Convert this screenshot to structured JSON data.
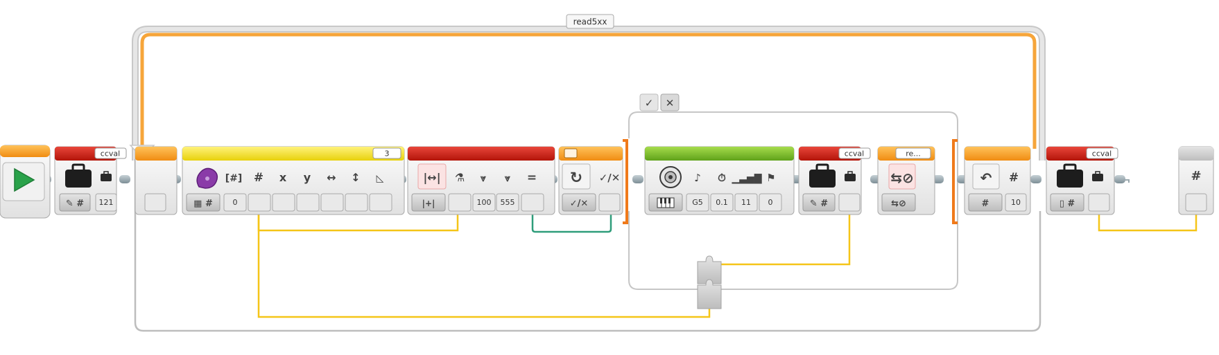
{
  "loop": {
    "name": "read5xx",
    "count": "10"
  },
  "blocks": {
    "start": {
      "icon": "play-icon"
    },
    "var1": {
      "name": "ccval",
      "value": "121",
      "mode_icon": "write-numeric-icon"
    },
    "math": {
      "value": "3",
      "input": "0",
      "mode_icon": "keypad-numeric-icon"
    },
    "range": {
      "low": "100",
      "high": "555",
      "mode_icon": "inside-range-icon"
    },
    "switch_true_label": "✓",
    "switch_false_label": "✕",
    "sound": {
      "note": "G5",
      "duration": "0.1",
      "volume": "11",
      "play_type": "0"
    },
    "var2": {
      "name": "ccval",
      "mode_icon": "write-numeric-icon"
    },
    "loop_interrupt": {
      "name": "re..."
    },
    "loop_index": {
      "count": "10"
    },
    "var3": {
      "name": "ccval",
      "mode_icon": "read-numeric-icon"
    },
    "display": {
      "symbol": "#"
    }
  },
  "colors": {
    "start_header": "#F7A31C",
    "data_header": "#C8190F",
    "math_header": "#F2E11D",
    "flow_header": "#F7A31C",
    "sound_header": "#7DBE29",
    "number_wire": "#F5C518",
    "logic_wire": "#2E9D7A",
    "loop_frame": "#F6A53A"
  }
}
